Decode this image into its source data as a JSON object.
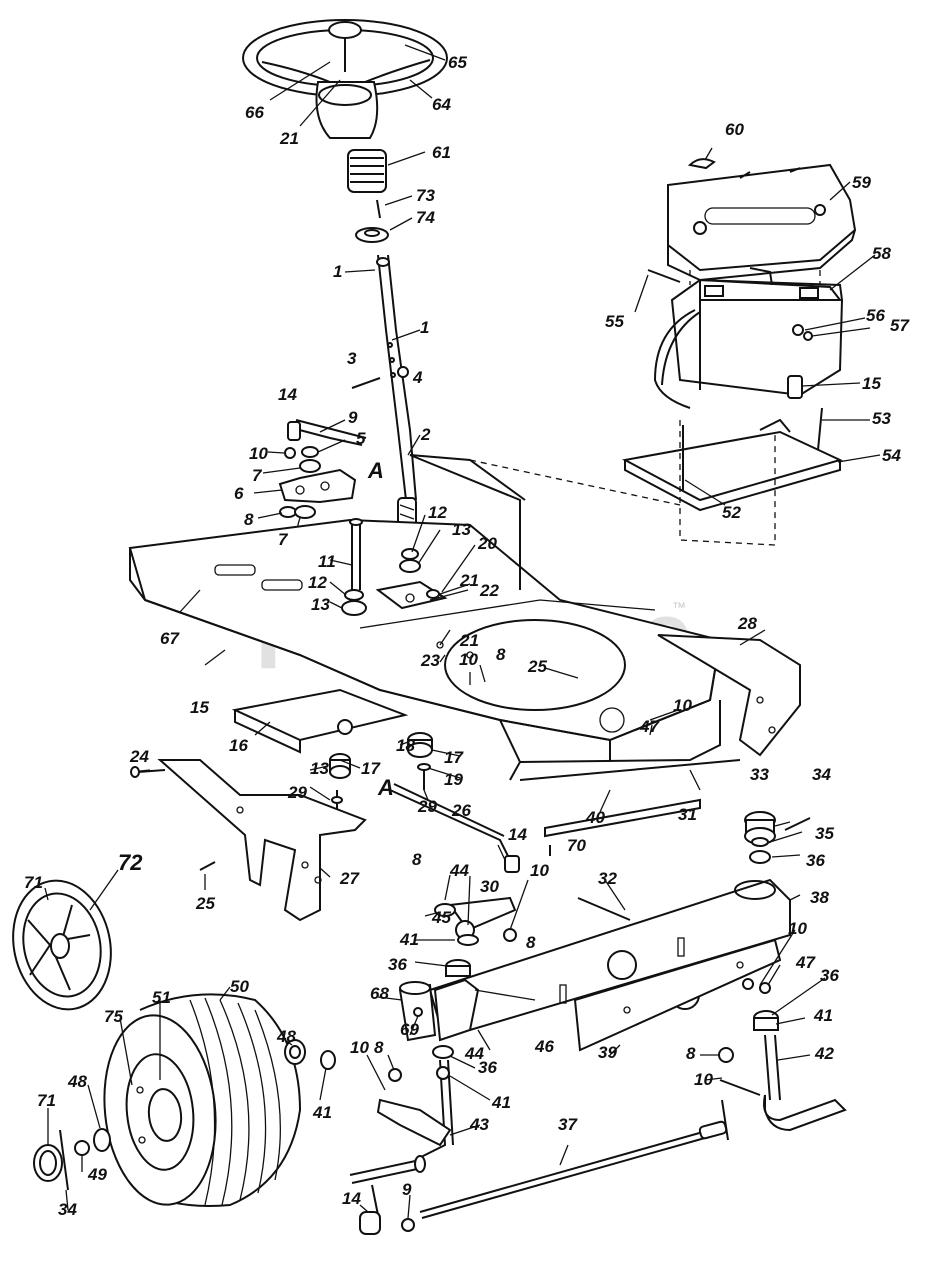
{
  "watermark": {
    "text": "PartsTree",
    "trademark": "™"
  },
  "callouts": {
    "c1a": "1",
    "c1b": "1",
    "c2": "2",
    "c3": "3",
    "c4": "4",
    "c5": "5",
    "c6": "6",
    "c7a": "7",
    "c7b": "7",
    "c8a": "8",
    "c8b": "8",
    "c8c": "8",
    "c8d": "8",
    "c8e": "8",
    "c8f": "8",
    "c9a": "9",
    "c9b": "9",
    "c10a": "10",
    "c10b": "10",
    "c10c": "10",
    "c10d": "10",
    "c10e": "10",
    "c10f": "10",
    "c10g": "10",
    "c11": "11",
    "c12a": "12",
    "c12b": "12",
    "c13a": "13",
    "c13b": "13",
    "c13c": "13",
    "c14a": "14",
    "c14b": "14",
    "c14c": "14",
    "c15a": "15",
    "c15b": "15",
    "c16": "16",
    "c17a": "17",
    "c17b": "17",
    "c18": "18",
    "c19": "19",
    "c20": "20",
    "c21a": "21",
    "c21b": "21",
    "c21c": "21",
    "c22": "22",
    "c23": "23",
    "c24": "24",
    "c25a": "25",
    "c25b": "25",
    "c26": "26",
    "c27": "27",
    "c28": "28",
    "c29a": "29",
    "c29b": "29",
    "c30": "30",
    "c31": "31",
    "c32": "32",
    "c33": "33",
    "c34a": "34",
    "c34b": "34",
    "c35": "35",
    "c36a": "36",
    "c36b": "36",
    "c36c": "36",
    "c36d": "36",
    "c37": "37",
    "c38": "38",
    "c39": "39",
    "c40": "40",
    "c41a": "41",
    "c41b": "41",
    "c41c": "41",
    "c41d": "41",
    "c42": "42",
    "c43": "43",
    "c44a": "44",
    "c44b": "44",
    "c45": "45",
    "c46": "46",
    "c47a": "47",
    "c47b": "47",
    "c48a": "48",
    "c48b": "48",
    "c49": "49",
    "c50": "50",
    "c51": "51",
    "c52": "52",
    "c53": "53",
    "c54": "54",
    "c55": "55",
    "c56": "56",
    "c57": "57",
    "c58": "58",
    "c59": "59",
    "c60": "60",
    "c61": "61",
    "c64": "64",
    "c65": "65",
    "c66": "66",
    "c67": "67",
    "c68": "68",
    "c69": "69",
    "c70": "70",
    "c71a": "71",
    "c71b": "71",
    "c72": "72",
    "c73": "73",
    "c74": "74",
    "c75": "75",
    "refA1": "A",
    "refA2": "A"
  }
}
